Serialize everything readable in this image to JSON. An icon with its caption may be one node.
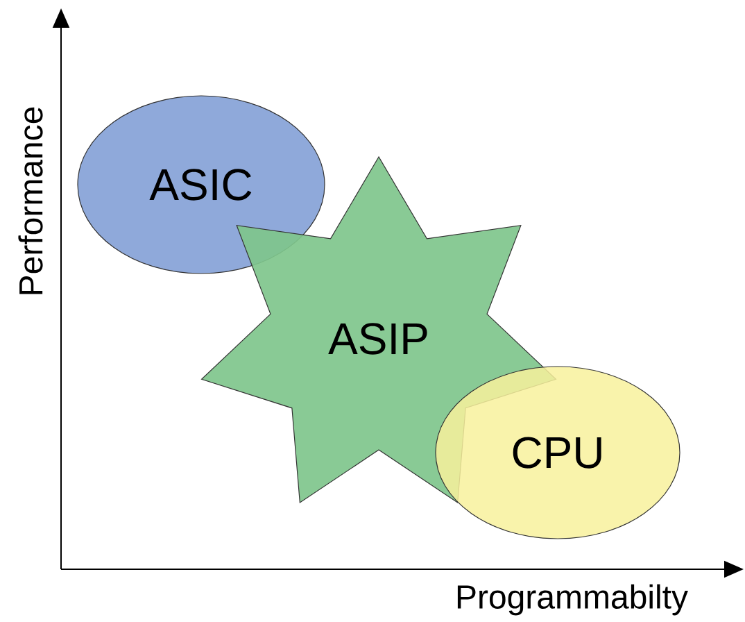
{
  "diagram": {
    "nodes": [
      {
        "text": [
          "ASIC"
        ]
      },
      {
        "text": [
          "ASIP"
        ]
      },
      {
        "text": [
          "CPU"
        ]
      }
    ],
    "labels": [
      "Performance",
      "Programmabilty"
    ]
  }
}
